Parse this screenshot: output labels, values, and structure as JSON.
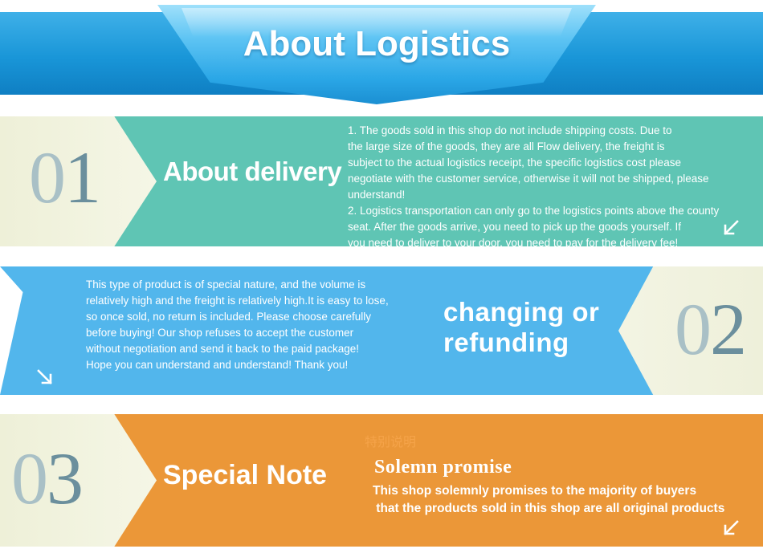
{
  "header": {
    "title": "About Logistics"
  },
  "sections": [
    {
      "number": "01",
      "title": "About delivery",
      "text_lines": [
        "1. The goods sold in this shop do not include shipping costs. Due to",
        "the large size of the goods, they are all Flow delivery, the freight is",
        "subject to the actual logistics receipt, the specific logistics cost please",
        "negotiate with the customer service, otherwise it will not be shipped, please",
        "understand!",
        "2. Logistics transportation can only go to the logistics points above the county",
        "seat. After the goods arrive, you need to pick up the goods yourself. If",
        "you need to deliver to your door, you need to pay for the delivery fee!"
      ],
      "arrow_icon": "arrow-down-left-icon",
      "color": "#5fc5b4"
    },
    {
      "number": "02",
      "title_lines": [
        "changing or",
        "refunding"
      ],
      "text_lines": [
        "This type of product is of special nature, and the volume is",
        "relatively high and the freight is relatively high.It is easy to lose,",
        "so once sold, no return is included. Please choose carefully",
        "before buying! Our shop refuses to accept the customer",
        "without negotiation and send it back to the paid package!",
        "Hope you can understand and understand! Thank you!"
      ],
      "arrow_icon": "arrow-down-right-icon",
      "color": "#52b6ec"
    },
    {
      "number": "03",
      "title": "Special Note",
      "watermark_cn": "特别说明",
      "heading": "Solemn promise",
      "text_lines": [
        "This shop solemnly promises to the majority of buyers",
        " that the products sold in this shop are all original products"
      ],
      "arrow_icon": "arrow-down-left-icon",
      "color": "#eb9738"
    }
  ]
}
